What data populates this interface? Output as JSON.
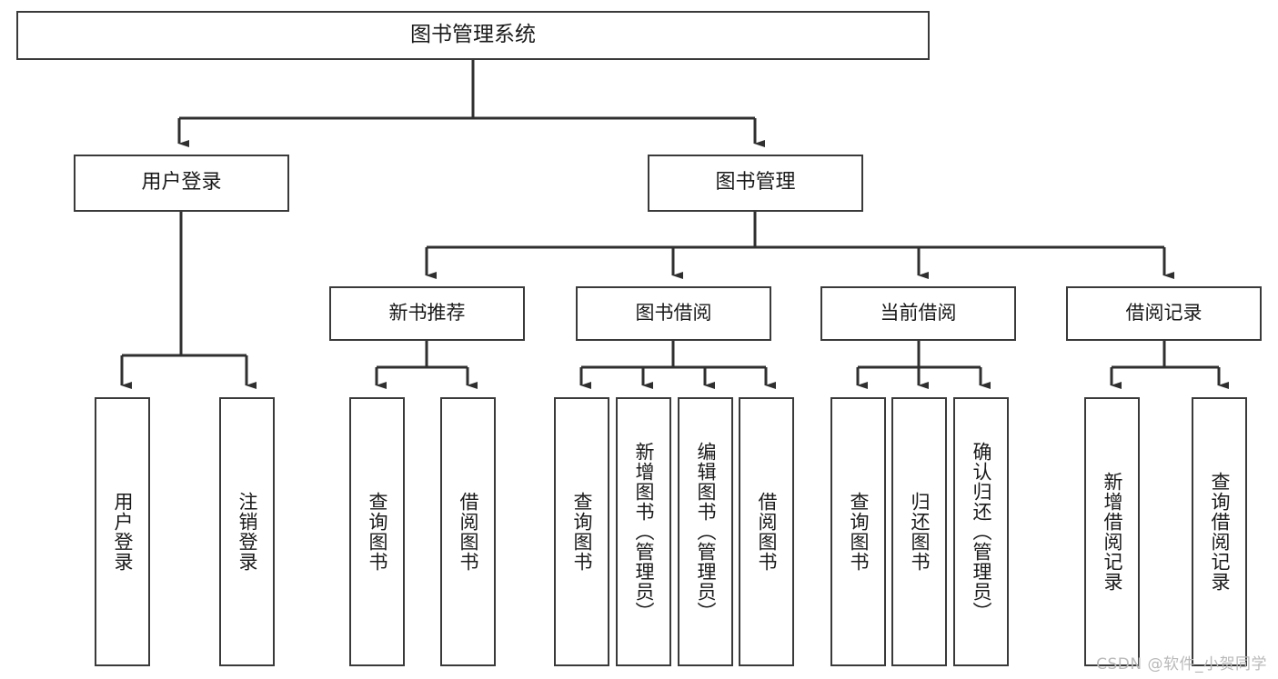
{
  "diagram": {
    "type": "tree",
    "title": "图书管理系统",
    "orientation": "top-down",
    "colors": {
      "box_border": "#3a3a3a",
      "box_fill": "#ffffff",
      "connector": "#2f2f2f",
      "text": "#1a1a1a",
      "watermark": "#b9b9b9"
    },
    "root": {
      "label": "图书管理系统"
    },
    "level1": [
      {
        "label": "用户登录"
      },
      {
        "label": "图书管理"
      }
    ],
    "level2": [
      {
        "label": "新书推荐"
      },
      {
        "label": "图书借阅"
      },
      {
        "label": "当前借阅"
      },
      {
        "label": "借阅记录"
      }
    ],
    "leaves": {
      "user_login": [
        {
          "label": "用户登录"
        },
        {
          "label": "注销登录"
        }
      ],
      "new_book_recommend": [
        {
          "label": "查询图书"
        },
        {
          "label": "借阅图书"
        }
      ],
      "book_borrow": [
        {
          "label": "查询图书"
        },
        {
          "label": "新增图书（管理员）"
        },
        {
          "label": "编辑图书（管理员）"
        },
        {
          "label": "借阅图书"
        }
      ],
      "current_borrow": [
        {
          "label": "查询图书"
        },
        {
          "label": "归还图书"
        },
        {
          "label": "确认归还（管理员）"
        }
      ],
      "borrow_record": [
        {
          "label": "新增借阅记录"
        },
        {
          "label": "查询借阅记录"
        }
      ]
    }
  },
  "watermark": {
    "text": "CSDN @软件_小贺同学"
  }
}
